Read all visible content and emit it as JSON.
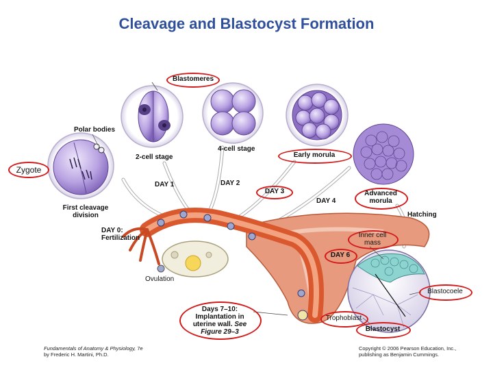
{
  "title": "Cleavage and Blastocyst Formation",
  "labels": {
    "zygote": "Zygote",
    "polar_bodies": "Polar bodies",
    "first_cleavage_line1": "First cleavage",
    "first_cleavage_line2": "division",
    "blastomeres": "Blastomeres",
    "two_cell": "2-cell stage",
    "four_cell": "4-cell stage",
    "early_morula": "Early morula",
    "advanced_morula_line1": "Advanced",
    "advanced_morula_line2": "morula",
    "day0_line1": "DAY 0:",
    "day0_line2": "Fertilization",
    "day1": "DAY 1",
    "day2": "DAY 2",
    "day3": "DAY 3",
    "day4": "DAY 4",
    "hatching": "Hatching",
    "inner_cell_line1": "Inner cell",
    "inner_cell_line2": "mass",
    "day6": "DAY 6",
    "ovulation": "Ovulation",
    "blastocoele": "Blastocoele",
    "trophoblast": "Trophoblast",
    "blastocyst": "Blastocyst",
    "days7_line1": "Days 7–10:",
    "days7_line2": "Implantation in",
    "days7_line3a": "uterine wall.",
    "days7_line3b": "See",
    "days7_line4": "Figure 29–3"
  },
  "footer": {
    "left_line1a": "Fundamentals of Anatomy & Physiology,",
    "left_line1b": "7e",
    "left_line2": "by Frederic H. Martini, Ph.D.",
    "right_line1": "Copyright © 2006 Pearson Education, Inc.,",
    "right_line2": "publishing as Benjamin Cummings."
  },
  "colors": {
    "title": "#2f4f9a",
    "highlight": "#d21a1a",
    "cell_fill": "#a58ad6",
    "cell_stroke": "#5e4592",
    "tube": "#d9582e"
  }
}
